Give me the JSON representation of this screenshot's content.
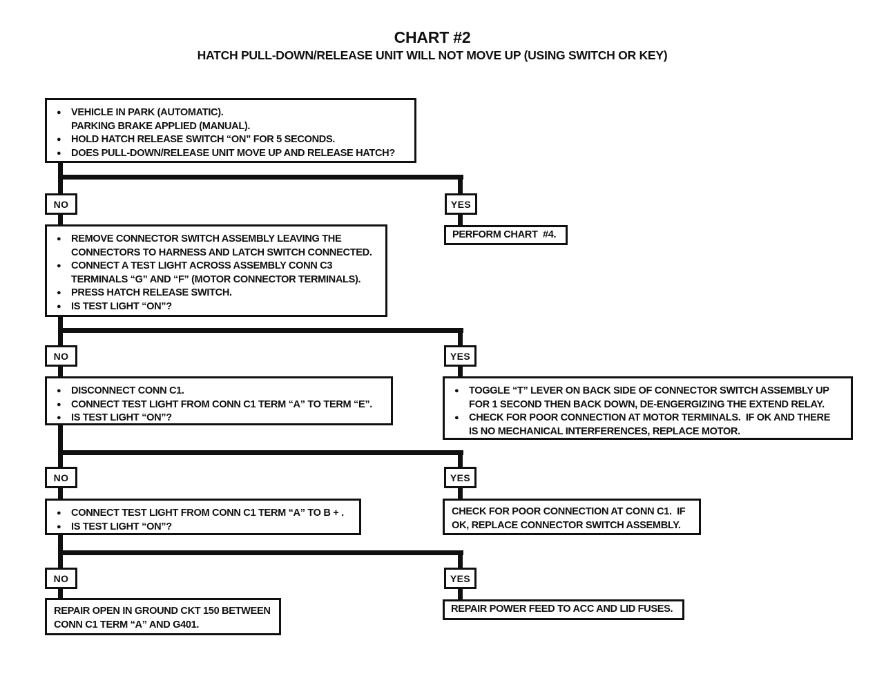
{
  "header": {
    "title": "CHART #2",
    "subtitle": "HATCH PULL-DOWN/RELEASE UNIT WILL NOT MOVE UP (USING SWITCH OR KEY)"
  },
  "labels": {
    "no": "NO",
    "yes": "YES"
  },
  "colors": {
    "ink": "#101010",
    "paper": "#ffffff"
  },
  "boxes": {
    "step1": {
      "lines": [
        {
          "b": "●",
          "t": "VEHICLE IN PARK (AUTOMATIC)."
        },
        {
          "b": "",
          "t": "PARKING BRAKE APPLIED (MANUAL)."
        },
        {
          "b": "●",
          "t": "HOLD HATCH RELEASE SWITCH “ON” FOR 5 SECONDS."
        },
        {
          "b": "●",
          "t": "DOES PULL-DOWN/RELEASE UNIT MOVE UP AND RELEASE HATCH?"
        }
      ]
    },
    "perform_chart4": {
      "text": "PERFORM CHART  #4."
    },
    "step2": {
      "lines": [
        {
          "b": "●",
          "t": "REMOVE CONNECTOR SWITCH ASSEMBLY LEAVING THE"
        },
        {
          "b": "",
          "t": "CONNECTORS TO HARNESS AND LATCH SWITCH CONNECTED."
        },
        {
          "b": "●",
          "t": "CONNECT A TEST LIGHT ACROSS ASSEMBLY CONN C3"
        },
        {
          "b": "",
          "t": "TERMINALS “G” AND “F” (MOTOR CONNECTOR TERMINALS)."
        },
        {
          "b": "●",
          "t": "PRESS HATCH RELEASE SWITCH."
        },
        {
          "b": "●",
          "t": "IS TEST LIGHT “ON”?"
        }
      ]
    },
    "step3": {
      "lines": [
        {
          "b": "●",
          "t": "DISCONNECT CONN C1."
        },
        {
          "b": "●",
          "t": "CONNECT TEST LIGHT FROM CONN C1 TERM “A” TO TERM “E”."
        },
        {
          "b": "●",
          "t": "IS TEST LIGHT “ON”?"
        }
      ]
    },
    "toggle_motor": {
      "lines": [
        {
          "b": "●",
          "t": "TOGGLE “T” LEVER ON BACK SIDE OF CONNECTOR SWITCH ASSEMBLY UP"
        },
        {
          "b": "",
          "t": "FOR 1 SECOND THEN BACK DOWN, DE-ENGERGIZING THE EXTEND RELAY."
        },
        {
          "b": "●",
          "t": "CHECK FOR POOR CONNECTION AT MOTOR TERMINALS.  IF OK AND THERE"
        },
        {
          "b": "",
          "t": "IS NO MECHANICAL INTERFERENCES, REPLACE MOTOR."
        }
      ]
    },
    "step4": {
      "lines": [
        {
          "b": "●",
          "t": "CONNECT TEST LIGHT FROM CONN C1 TERM “A” TO B + ."
        },
        {
          "b": "●",
          "t": "IS TEST LIGHT “ON”?"
        }
      ]
    },
    "check_conn_c1": {
      "lines": [
        {
          "t": "CHECK FOR POOR CONNECTION AT CONN C1.  IF"
        },
        {
          "t": "OK, REPLACE CONNECTOR SWITCH ASSEMBLY."
        }
      ]
    },
    "repair_ground": {
      "lines": [
        {
          "t": "REPAIR OPEN IN GROUND CKT 150 BETWEEN"
        },
        {
          "t": "CONN C1 TERM “A” AND G401."
        }
      ]
    },
    "repair_power": {
      "text": "REPAIR POWER FEED TO ACC AND LID FUSES."
    }
  }
}
